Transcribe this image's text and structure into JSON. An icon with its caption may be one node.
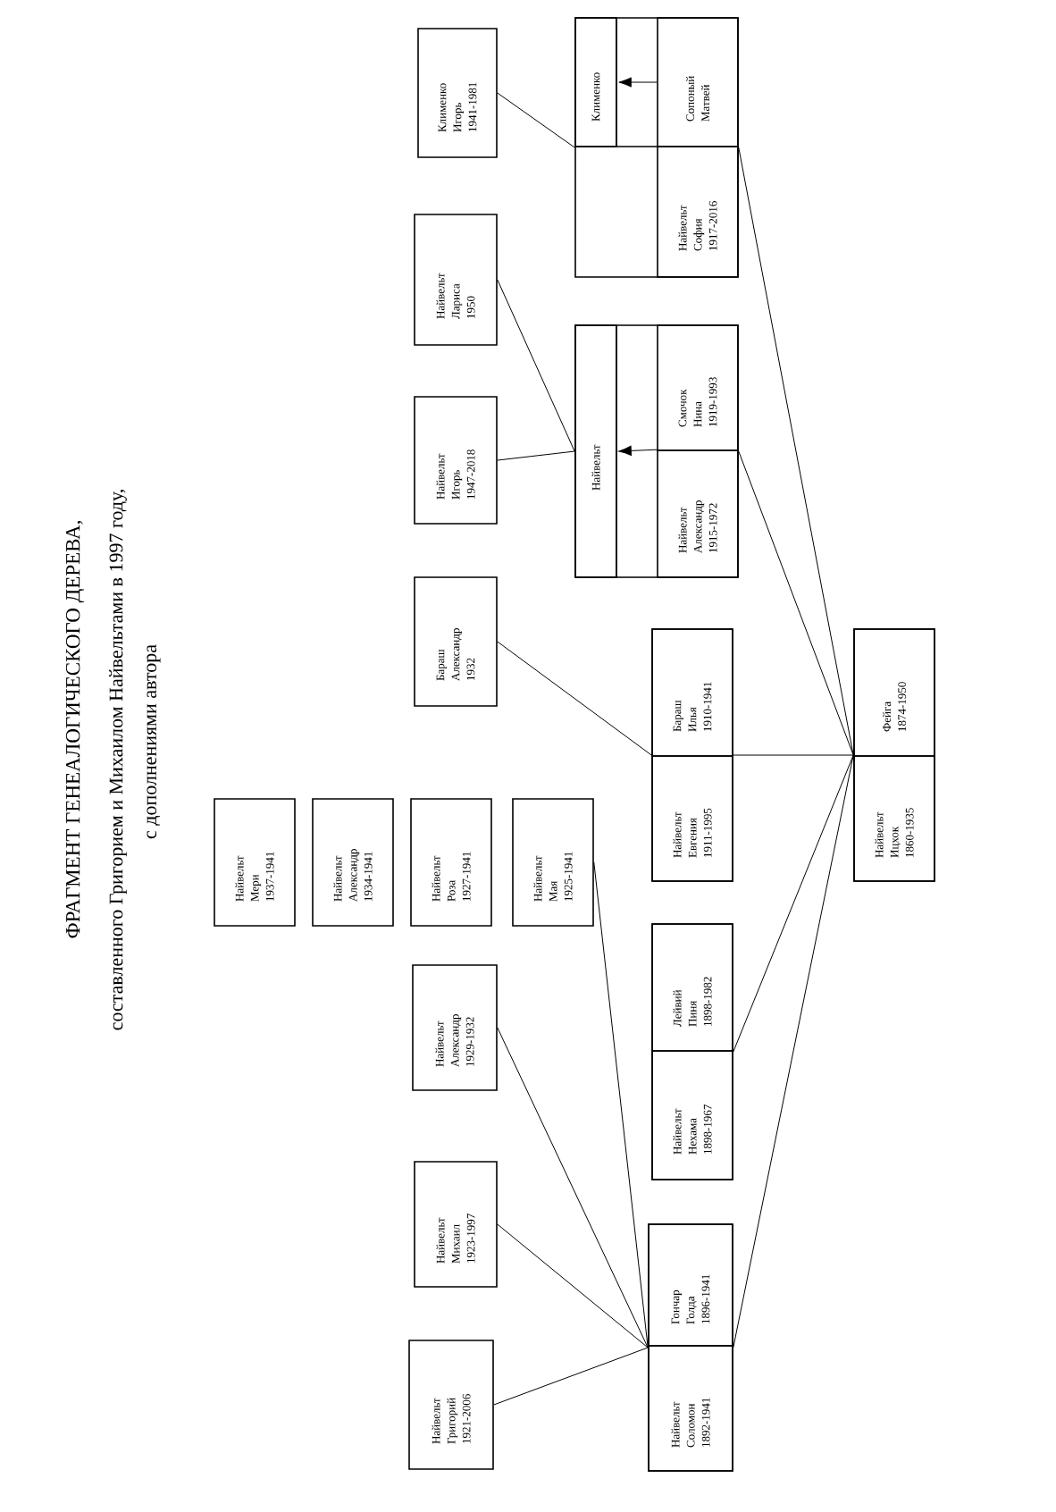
{
  "diagram": {
    "title": "ФРАГМЕНТ ГЕНЕАЛОГИЧЕСКОГО ДЕРЕВА,",
    "nodes": [
      {
        "text": [
          "Клименко Игорь 1941-1981"
        ]
      },
      {
        "text": [
          "Найвельт Лариса 1950"
        ]
      },
      {
        "text": [
          "Найвельт Игорь 1947-2018"
        ]
      },
      {
        "text": [
          "Бараш Александр 1932"
        ]
      },
      {
        "text": [],
        "shape": "box"
      },
      {
        "text": [
          "Клименко"
        ],
        "in": 4
      },
      {
        "text": [
          "Сопоный Матвей"
        ],
        "in": 4
      },
      {
        "text": [
          "Найвельт София 1917-2016"
        ],
        "in": 4
      },
      {
        "text": [],
        "shape": "box"
      },
      {
        "text": [
          "Найвельт"
        ],
        "in": 8
      },
      {
        "text": [
          "Смочок Нина 1919-1993"
        ],
        "in": 8
      },
      {
        "text": [
          "Найвельт Александр 1915-1972"
        ],
        "in": 8
      },
      {
        "text": [],
        "shape": "box"
      },
      {
        "text": [
          "Бараш Илья 1910-1941"
        ],
        "in": 12
      },
      {
        "text": [
          "Найвельт Евгения 1911-1995"
        ],
        "in": 12
      },
      {
        "text": [],
        "shape": "box"
      },
      {
        "text": [
          "Фейга 1874-1950"
        ],
        "in": 15
      },
      {
        "text": [
          "Найвельт Ицхок 1860-1935"
        ],
        "in": 15
      },
      {
        "text": [
          "Найвельт Мери 1937-1941"
        ]
      },
      {
        "text": [
          "Найвельт Александр 1934-1941"
        ]
      },
      {
        "text": [
          "Найвельт Роза 1927-1941"
        ]
      },
      {
        "text": [
          "Найвельт Мая 1925-1941"
        ]
      },
      {
        "text": [
          "Найвельт Александр 1929-1932"
        ]
      },
      {
        "text": [
          "Найвельт Михаил 1923-1997"
        ]
      },
      {
        "text": [
          "Найвельт Григорий 1921-2006"
        ]
      },
      {
        "text": [],
        "shape": "box"
      },
      {
        "text": [
          "Лейвий Пиня 1898-1982"
        ],
        "in": 25
      },
      {
        "text": [
          "Найвельт Нехама 1898-1967"
        ],
        "in": 25
      },
      {
        "text": [],
        "shape": "box"
      },
      {
        "text": [
          "Гончар Голда 1896-1941"
        ],
        "in": 28
      },
      {
        "text": [
          "Найвельт Соломон 1892-1941"
        ],
        "in": 28
      }
    ],
    "edges": [
      {
        "from": 0,
        "to": 4,
        "arrow": "none"
      },
      {
        "from": 1,
        "to": 8,
        "arrow": "none"
      },
      {
        "from": 2,
        "to": 8,
        "arrow": "none"
      },
      {
        "from": 3,
        "to": 12,
        "arrow": "none"
      },
      {
        "from": 21,
        "to": 28,
        "arrow": "none"
      },
      {
        "from": 22,
        "to": 28,
        "arrow": "none"
      },
      {
        "from": 23,
        "to": 28,
        "arrow": "none"
      },
      {
        "from": 24,
        "to": 28,
        "arrow": "none"
      },
      {
        "from": 4,
        "to": 15,
        "arrow": "none"
      },
      {
        "from": 8,
        "to": 15,
        "arrow": "none"
      },
      {
        "from": 12,
        "to": 15,
        "arrow": "none"
      },
      {
        "from": 25,
        "to": 15,
        "arrow": "none"
      },
      {
        "from": 28,
        "to": 15,
        "arrow": "none"
      },
      {
        "from": 6,
        "to": 5,
        "arrow": "to"
      },
      {
        "from": 11,
        "to": 9,
        "arrow": "to"
      }
    ],
    "labels": [
      "составленного Григорием и Михаилом Найвельтами в 1997 году,",
      "с дополнениями автора"
    ]
  }
}
